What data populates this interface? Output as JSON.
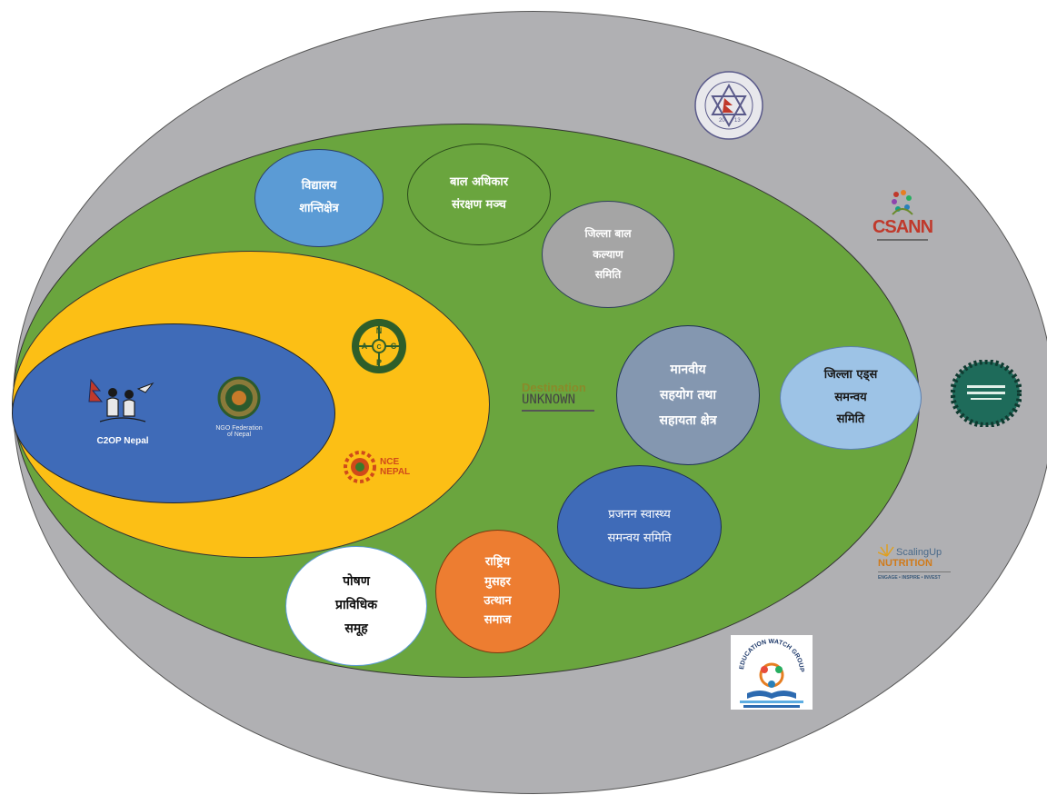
{
  "colors": {
    "outer": "#b0b0b3",
    "green": "#6aa53e",
    "yellow": "#fcbf15",
    "blue": "#3f6bb8"
  },
  "bubbles": {
    "vidyalaya": [
      "विद्यालय",
      "शान्तिक्षेत्र"
    ],
    "bal_adhikar": [
      "बाल अधिकार",
      "संरक्षण मञ्च"
    ],
    "jilla_bal": [
      "जिल्ला बाल",
      "कल्याण",
      "समिति"
    ],
    "manaviya": [
      "मानवीय",
      "सहयोग तथा",
      "सहायता क्षेत्र"
    ],
    "aids": [
      "जिल्ला एड्स",
      "समन्वय",
      "समिति"
    ],
    "prajanan": [
      "प्रजनन स्वास्थ्य",
      "समन्वय समिति"
    ],
    "musahar": [
      "राष्ट्रिय",
      "मुसहर",
      "उत्थान",
      "समाज"
    ],
    "poshan": [
      "पोषण",
      "प्राविधिक",
      "समूह"
    ]
  },
  "logos": {
    "c2op": "C2OP Nepal",
    "ngo_fed": [
      "NGO Federation",
      "of Nepal"
    ],
    "ncap": [
      "N",
      "C",
      "A",
      "P",
      "C"
    ],
    "nce": [
      "NCE",
      "NEPAL"
    ],
    "destination": [
      "Destination",
      "UNKNOWN"
    ],
    "csann": "CSANN",
    "sun": [
      "ScalingUp",
      "NUTRITION",
      "ENGAGE • INSPIRE • INVEST"
    ],
    "ewg": "EDUCATION WATCH GROUP",
    "smc_year": [
      "20",
      "13"
    ]
  }
}
